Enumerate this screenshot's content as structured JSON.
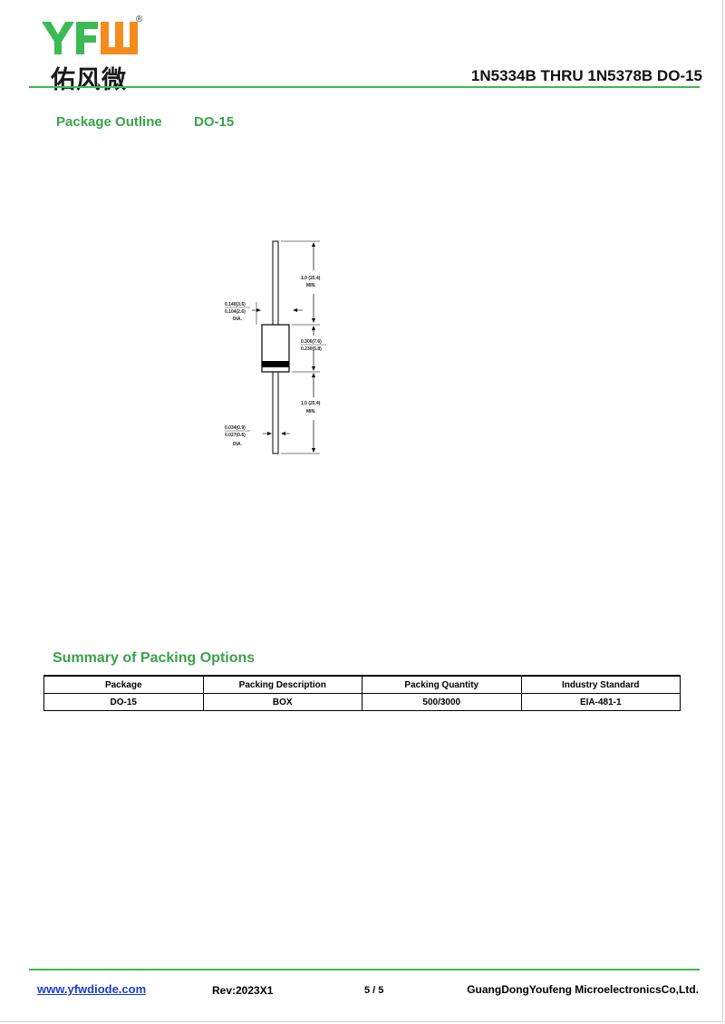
{
  "header": {
    "logo_latin": "YFW",
    "logo_chinese": "佑风微",
    "registered_mark": "®",
    "title": "1N5334B THRU 1N5378B DO-15"
  },
  "colors": {
    "accent_green": "#3cba54",
    "heading_green": "#3aa349",
    "link_blue": "#1b3bd1"
  },
  "package_outline": {
    "label": "Package Outline",
    "value": "DO-15",
    "dimensions": {
      "lead_length_top": "1.0 (25.4)",
      "lead_length_top_note": "MIN.",
      "body_diameter_max": "0.140(3.6)",
      "body_diameter_min": "0.104(2.6)",
      "body_diameter_note": "DIA.",
      "body_length_max": "0.300(7.6)",
      "body_length_min": "0.230(5.8)",
      "lead_length_bottom": "1.0 (25.4)",
      "lead_length_bottom_note": "MIN.",
      "lead_diameter_max": "0.034(0.9)",
      "lead_diameter_min": "0.027(0.6)",
      "lead_diameter_note": "DIA."
    }
  },
  "packing_summary": {
    "title": "Summary of Packing Options",
    "columns": [
      "Package",
      "Packing Description",
      "Packing Quantity",
      "Industry Standard"
    ],
    "rows": [
      [
        "DO-15",
        "BOX",
        "500/3000",
        "EIA-481-1"
      ]
    ]
  },
  "footer": {
    "website": "www.yfwdiode.com",
    "revision": "Rev:2023X1",
    "page": "5 / 5",
    "company": "GuangDongYoufeng MicroelectronicsCo,Ltd."
  }
}
